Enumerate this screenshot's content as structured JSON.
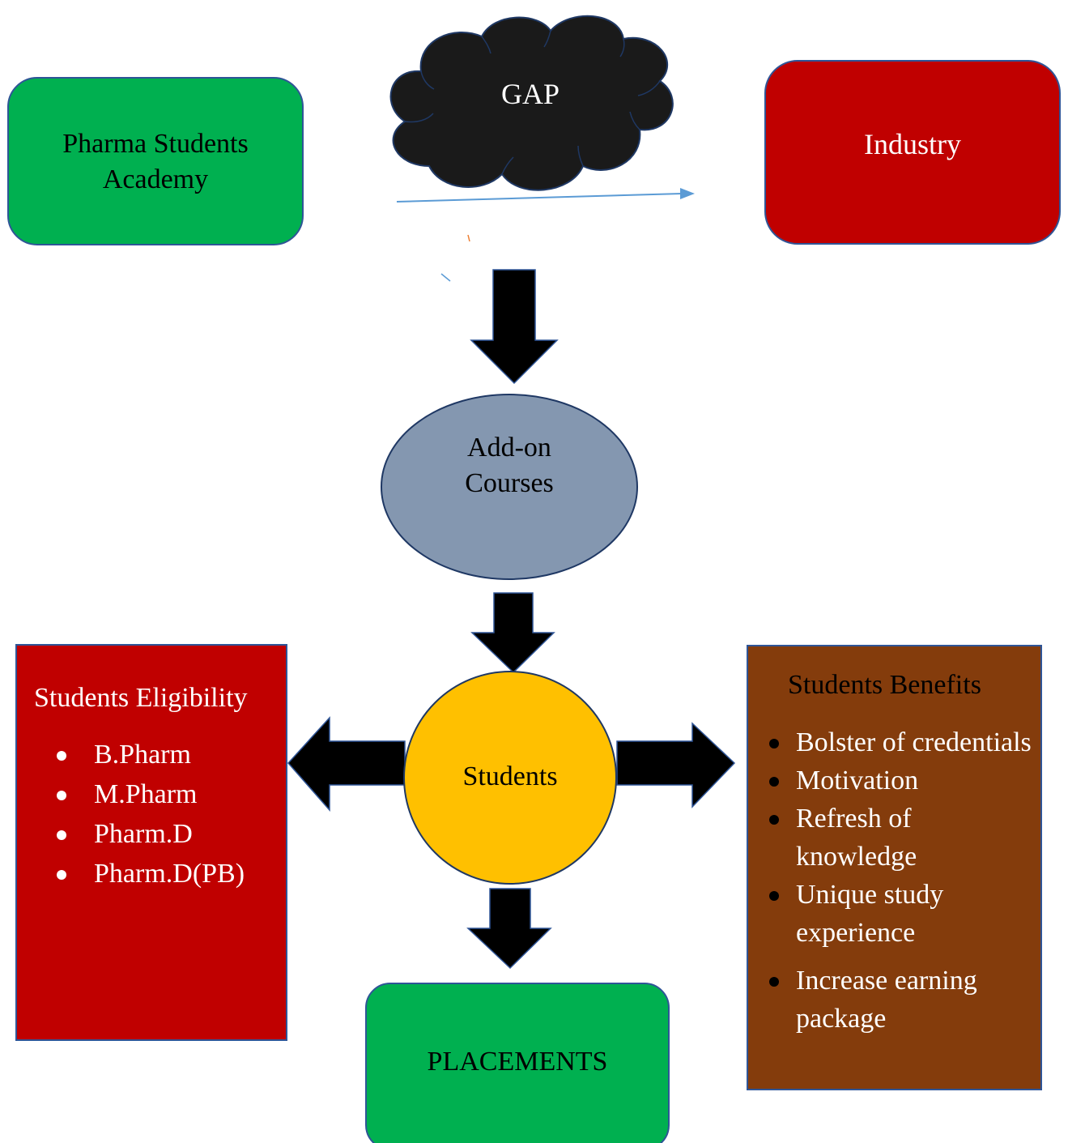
{
  "nodes": {
    "academy": {
      "label": "Pharma Students Academy",
      "fill": "#00B050"
    },
    "gap": {
      "label": "GAP",
      "fill": "#1A1A1A"
    },
    "industry": {
      "label": "Industry",
      "fill": "#C00000"
    },
    "addon": {
      "label": "Add-on Courses",
      "fill": "#8497B0"
    },
    "students": {
      "label": "Students",
      "fill": "#FFC000"
    },
    "placements": {
      "label": "PLACEMENTS",
      "fill": "#00B050"
    }
  },
  "eligibility": {
    "title": "Students Eligibility",
    "fill": "#C00000",
    "items": [
      "B.Pharm",
      "M.Pharm",
      "Pharm.D",
      "Pharm.D(PB)"
    ]
  },
  "benefits": {
    "title": "Students Benefits",
    "fill": "#843C0C",
    "items": [
      "Bolster of credentials",
      "Motivation",
      "Refresh of knowledge",
      "Unique study experience",
      "Increase earning package"
    ]
  },
  "colors": {
    "outline": "#2F5597",
    "connector": "#5B9BD5",
    "arrow": "#000000"
  }
}
